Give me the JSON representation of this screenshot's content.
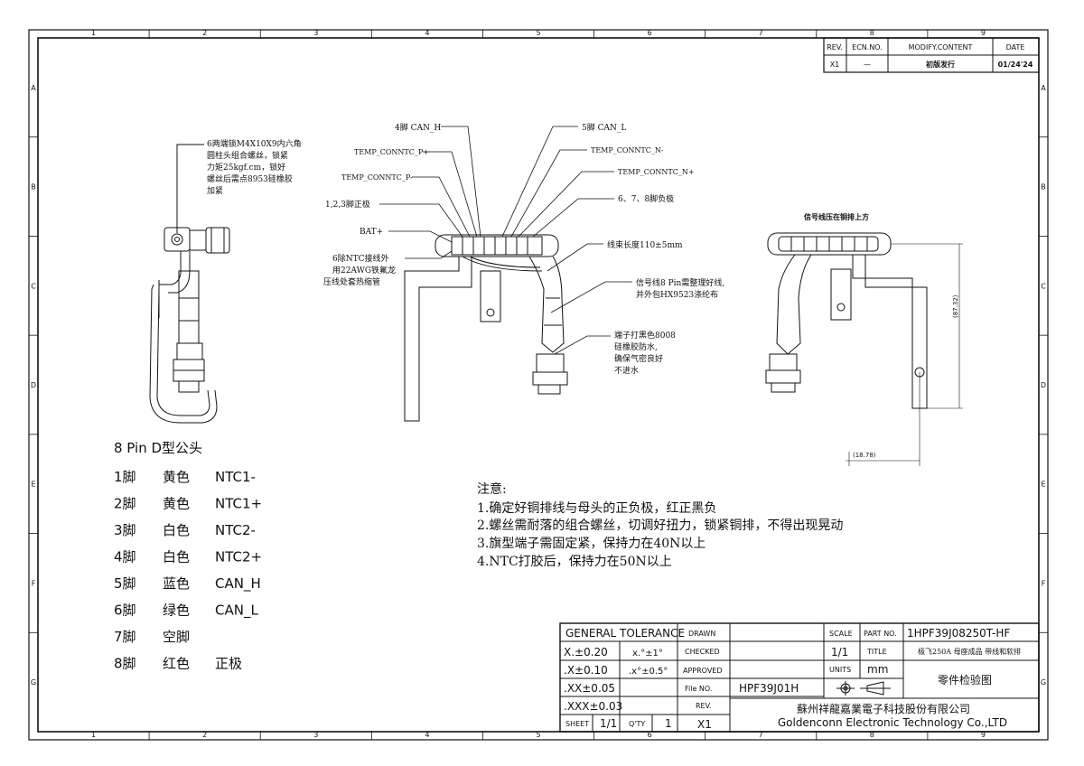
{
  "frame": {
    "col_numbers": [
      "1",
      "2",
      "3",
      "4",
      "5",
      "6",
      "7",
      "8",
      "9"
    ],
    "row_letters": [
      "A",
      "B",
      "C",
      "D",
      "E",
      "F",
      "G"
    ]
  },
  "revision": {
    "headers": [
      "REV.",
      "ECN.NO.",
      "MODIFY.CONTENT",
      "DATE"
    ],
    "row": [
      "X1",
      "—",
      "初版发行",
      "01/24'24"
    ]
  },
  "callouts": {
    "bolt_note": [
      "6两端锁M4X10X9内六角",
      "圆柱头组合螺丝，锁紧",
      "力矩25kgf.cm，锁好",
      "螺丝后需点8953硅橡胶",
      "加紧"
    ],
    "pin4": "4脚 CAN_H",
    "pin5": "5脚 CAN_L",
    "ntc_p_plus": "TEMP_CONNTC_P+",
    "ntc_n_minus": "TEMP_CONNTC_N-",
    "ntc_p_minus": "TEMP_CONNTC_P-",
    "ntc_n_plus": "TEMP_CONNTC_N+",
    "pin123": "1,2,3脚正极",
    "pin678": "6、7、8脚负极",
    "bat_plus": "BAT+",
    "ntc_wire": [
      "6除NTC接线外",
      "用22AWG铁氟龙",
      "压线处套热缩管"
    ],
    "harness_length": "线束长度110±5mm",
    "signal_wire": [
      "信号线8 Pin需整理好线,",
      "并外包HX9523涤纶布"
    ],
    "terminal_note": [
      "端子打黑色8008",
      "硅橡胶防水,",
      "确保气密良好",
      "不进水"
    ],
    "side_view_title": "信号线压在铜排上方",
    "dim_height": "(87.32)",
    "dim_offset": "(18.78)"
  },
  "pin_table": {
    "title": "8 Pin D型公头",
    "rows": [
      {
        "pin": "1脚",
        "color": "黄色",
        "signal": "NTC1-"
      },
      {
        "pin": "2脚",
        "color": "黄色",
        "signal": "NTC1+"
      },
      {
        "pin": "3脚",
        "color": "白色",
        "signal": "NTC2-"
      },
      {
        "pin": "4脚",
        "color": "白色",
        "signal": "NTC2+"
      },
      {
        "pin": "5脚",
        "color": "蓝色",
        "signal": "CAN_H"
      },
      {
        "pin": "6脚",
        "color": "绿色",
        "signal": "CAN_L"
      },
      {
        "pin": "7脚",
        "color": "空脚",
        "signal": ""
      },
      {
        "pin": "8脚",
        "color": "红色",
        "signal": "正极"
      }
    ]
  },
  "notes": {
    "title": "注意:",
    "items": [
      "1.确定好铜排线与母头的正负极，红正黑负",
      "2.螺丝需耐落的组合螺丝，切调好扭力，锁紧铜排，不得出现晃动",
      "3.旗型端子需固定紧，保持力在40N以上",
      "4.NTC打胶后，保持力在50N以上"
    ]
  },
  "title_block": {
    "general_tolerance": "GENERAL TOLERANCE",
    "tol_rows": [
      {
        "a": "X.±0.20",
        "b": "x.°±1°"
      },
      {
        "a": ".X±0.10",
        "b": ".x°±0.5°"
      },
      {
        "a": ".XX±0.05",
        "b": ""
      },
      {
        "a": ".XXX±0.03",
        "b": ""
      }
    ],
    "drawn": "DRAWN",
    "checked": "CHECKED",
    "approved": "APPROVED",
    "file_no_label": "File NO.",
    "file_no": "HPF39J01H",
    "rev_label": "REV.",
    "rev": "X1",
    "sheet_label": "SHEET",
    "sheet": "1/1",
    "qty_label": "Q'TY",
    "qty": "1",
    "scale_label": "SCALE",
    "scale": "1/1",
    "units_label": "UNITS",
    "units": "mm",
    "part_no_label": "PART NO.",
    "part_no": "1HPF39J08250T-HF",
    "title_label": "TITLE",
    "title": "极飞250A 母座成品 带线和软排",
    "doc_name": "零件检验图",
    "company_cn": "蘇州祥龍嘉業電子科技股份有限公司",
    "company_en": "Goldenconn Electronic Technology Co.,LTD"
  }
}
